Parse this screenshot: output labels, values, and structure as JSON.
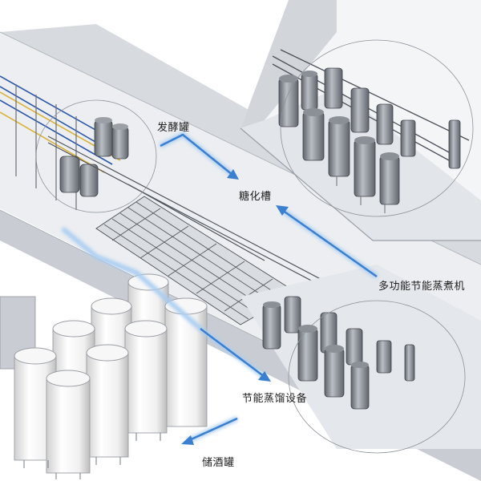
{
  "labels": {
    "fermentation_tank": "发酵罐",
    "saccharification_tank": "糖化槽",
    "multifunction_cooker": "多功能节能蒸煮机",
    "distillation_equipment": "节能蒸馏设备",
    "liquor_storage_tank": "储酒罐"
  },
  "colors": {
    "arrow_blue": "#3b7fd0",
    "arrow_glow": "#a9cdf2",
    "floor": "#e9ebee",
    "wall": "#cfd3d8",
    "tank_body": "#f4f4f4",
    "pipe_blue": "#2a56a8",
    "pipe_yellow": "#d9b23a",
    "machine_grey": "#7a7f86"
  },
  "icons": [
    "arrow-icon"
  ]
}
